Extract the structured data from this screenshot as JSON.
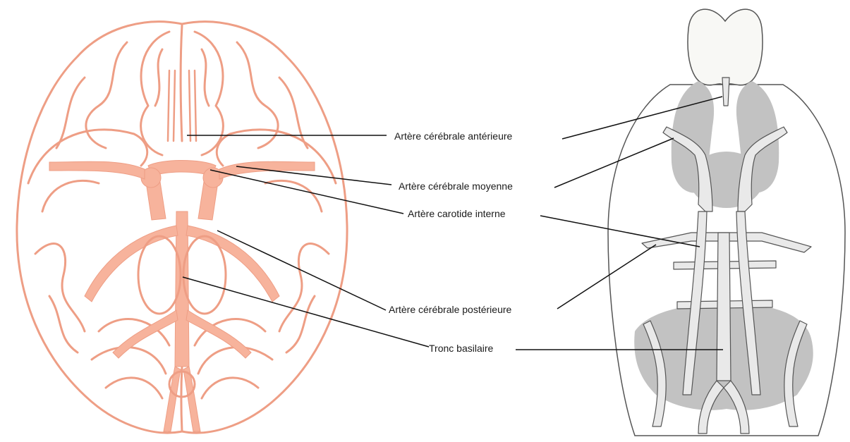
{
  "labels": {
    "anterior": "Artère cérébrale antérieure",
    "middle": "Artère cérébrale moyenne",
    "carotid": "Artère carotide interne",
    "posterior": "Artère cérébrale postérieure",
    "basilar": "Tronc basilaire"
  },
  "colors": {
    "human_artery": "#f7b39c",
    "human_outline": "#ee9e85",
    "rodent_region_dark": "#c2c2c2",
    "rodent_region_light": "#f8f8f5",
    "rodent_vessel": "#e9e9e9",
    "rodent_outline": "#555555",
    "leader": "#111111"
  }
}
